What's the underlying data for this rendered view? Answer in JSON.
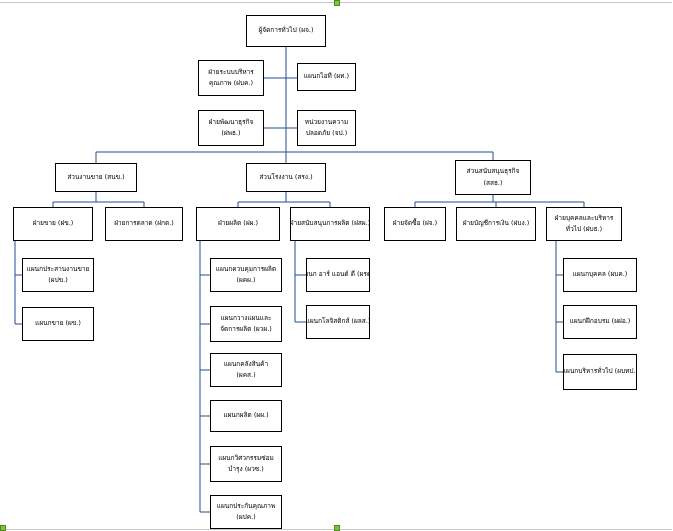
{
  "colors": {
    "line": "#1f4e8c",
    "box_border": "#000000",
    "handle": "#7dc241"
  },
  "nodes": {
    "top": {
      "lines": [
        "ผู้จัดการทั่วไป (ผจ.)"
      ]
    },
    "quality": {
      "lines": [
        "ฝ่ายระบบบริหาร",
        "คุณภาพ (ฝบค.)"
      ]
    },
    "hr_dev": {
      "lines": [
        "ฝ่ายพัฒนาธุรกิจ",
        "(ฝพธ.)"
      ]
    },
    "it": {
      "lines": [
        "แผนกไอที (ผท.)"
      ]
    },
    "safety": {
      "lines": [
        "หน่วยงานความ",
        "ปลอดภัย (จป.)"
      ]
    },
    "sales_div": {
      "lines": [
        "ส่วนงานขาย (สนข.)"
      ]
    },
    "prod_div": {
      "lines": [
        "ส่วนโรงงาน (สรง.)"
      ]
    },
    "support_div": {
      "lines": [
        "ส่วนสนับสนุนธุรกิจ",
        "(สสธ.)"
      ]
    },
    "sales_dept": {
      "lines": [
        "ฝ่ายขาย (ฝข.)"
      ]
    },
    "marketing_dept": {
      "lines": [
        "ฝ่ายการตลาด (ฝกต.)"
      ]
    },
    "production_dept": {
      "lines": [
        "ฝ่ายผลิต (ฝผ.)"
      ]
    },
    "prod_support_dept": {
      "lines": [
        "ฝ่ายสนับสนุนการผลิต (ฝสผ.)"
      ]
    },
    "purchasing_dept": {
      "lines": [
        "ฝ่ายจัดซื้อ (ฝจ.)"
      ]
    },
    "accounting_dept": {
      "lines": [
        "ฝ่ายบัญชีการเงิน (ฝบง.)"
      ]
    },
    "admin_dept": {
      "lines": [
        "ฝ่ายบุคคลและบริหาร",
        "ทั่วไป (ฝบธ.)"
      ]
    },
    "sales_coord": {
      "lines": [
        "แผนกประสานงานขาย",
        "(ผปข.)"
      ]
    },
    "sales_unit": {
      "lines": [
        "แผนกขาย (ผข.)"
      ]
    },
    "prod_control": {
      "lines": [
        "แผนกควบคุมการผลิต",
        "(ผคผ.)"
      ]
    },
    "prod_planning": {
      "lines": [
        "แผนกวางแผนและ",
        "จัดการผลิต (ผวผ.)"
      ]
    },
    "warehouse": {
      "lines": [
        "แผนกคลังสินค้า",
        "(ผคส.)"
      ]
    },
    "production_unit": {
      "lines": [
        "แผนกผลิต (ผผ.)"
      ]
    },
    "maintenance": {
      "lines": [
        "แผนกวิศวกรรมซ่อม",
        "บำรุง (ผวซ.)"
      ]
    },
    "qa": {
      "lines": [
        "แผนกประกันคุณภาพ",
        "(ผปค.)"
      ]
    },
    "rd": {
      "lines": [
        "แผนก อาร์ แอนด์ ดี (ผรด.)"
      ]
    },
    "logistics": {
      "lines": [
        "แผนกโลจิสติกส์ (ผลส.)"
      ]
    },
    "personnel": {
      "lines": [
        "แผนกบุคคล (ผบค.)"
      ]
    },
    "training": {
      "lines": [
        "แผนกฝึกอบรม (ผฝอ.)"
      ]
    },
    "general_admin": {
      "lines": [
        "แผนกบริหารทั่วไป (ผบทป.)"
      ]
    }
  }
}
